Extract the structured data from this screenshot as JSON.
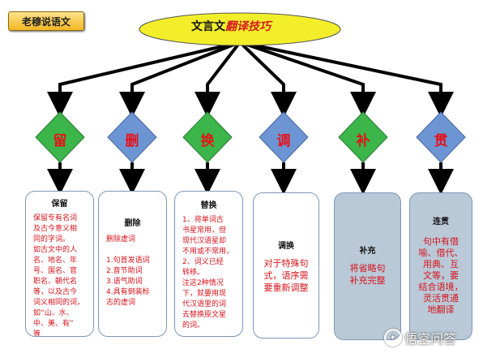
{
  "badge": "老穆说语文",
  "title": {
    "plain": "文言文",
    "emphasis": "翻译技巧"
  },
  "methods": [
    {
      "label": "留",
      "diamond": "#3cb54a"
    },
    {
      "label": "删",
      "diamond": "#6e95d3"
    },
    {
      "label": "换",
      "diamond": "#3cb54a"
    },
    {
      "label": "调",
      "diamond": "#6e95d3"
    },
    {
      "label": "补",
      "diamond": "#3cb54a"
    },
    {
      "label": "贯",
      "diamond": "#6e95d3"
    }
  ],
  "boxes": [
    {
      "title": "保留",
      "lines": [
        "保留专有名词",
        "及古今意义相",
        "同的字词。",
        "如古文中的人",
        "名、地名、年",
        "号、国名、官",
        "职名、朝代名",
        "等，以及古今",
        "词义相同的词，",
        "如“山、水、",
        "中、美、有”",
        "等"
      ]
    },
    {
      "title": "删除",
      "lines": [
        "删除虚词",
        "",
        "1.句首发语词",
        "2.音节助词",
        "3.语气助词",
        "4.具有倒装标",
        "志的虚词"
      ]
    },
    {
      "title": "替换",
      "lines": [
        "1、将单词古",
        "书星常用，但",
        "现代汉语星却",
        "不用或不常用，",
        "2、词义已经",
        "转移。",
        "注这2种情况",
        "下，就要用现",
        "代汉语里的词",
        "去替换原文星",
        "的词。"
      ]
    },
    {
      "title": "调换",
      "lines": [
        "对于特殊句",
        "式，语序需",
        "要重新调整"
      ]
    },
    {
      "title": "补充",
      "lines": [
        "将省略句",
        "补充完整"
      ]
    },
    {
      "title": "连贯",
      "lines": [
        "句中有借",
        "喻、借代、",
        "用典、互",
        "文等，要",
        "结合语境，",
        "灵活贯通",
        "地翻译"
      ]
    }
  ],
  "watermark": "悟空问答",
  "colors": {
    "ellipse": "#f2ef2a",
    "diamond_green": "#3cb54a",
    "diamond_blue": "#6e95d3",
    "label": "#e8101a",
    "body_text": "#d8131b",
    "box_dark": "#b9c9d7"
  }
}
